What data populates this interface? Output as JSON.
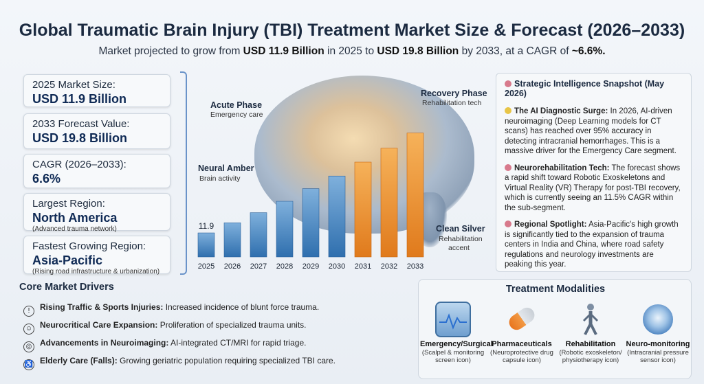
{
  "header": {
    "title": "Global Traumatic Brain Injury (TBI) Treatment Market Size & Forecast (2026–2033)",
    "subtitle_pre": "Market projected to grow from ",
    "subtitle_v1": "USD 11.9 Billion",
    "subtitle_mid1": " in 2025 to ",
    "subtitle_v2": "USD 19.8 Billion",
    "subtitle_mid2": " by 2033, at a CAGR of ",
    "subtitle_v3": "~6.6%."
  },
  "stats": [
    {
      "label": "2025 Market Size:",
      "value": "USD 11.9 Billion",
      "note": ""
    },
    {
      "label": "2033 Forecast Value:",
      "value": "USD 19.8 Billion",
      "note": ""
    },
    {
      "label": "CAGR (2026–2033):",
      "value": "6.6%",
      "note": ""
    },
    {
      "label": "Largest Region:",
      "value": "North America",
      "note": "(Advanced trauma network)"
    },
    {
      "label": "Fastest Growing Region:",
      "value": "Asia-Pacific",
      "note": "(Rising road infrastructure & urbanization)"
    }
  ],
  "phases": {
    "acute": {
      "label": "Acute Phase",
      "sub": "Emergency care"
    },
    "recovery": {
      "label": "Recovery Phase",
      "sub": "Rehabilitation tech"
    },
    "neural": {
      "label": "Neural Amber",
      "sub": "Brain activity"
    },
    "silver": {
      "label": "Clean Silver",
      "sub1": "Rehabilitation",
      "sub2": "accent"
    }
  },
  "colors": {
    "bar_blue_top": "#7fb0dc",
    "bar_blue_bottom": "#2f6fae",
    "bar_orange_top": "#f6b25a",
    "bar_orange_bottom": "#e07a1c"
  },
  "chart_data": {
    "type": "bar",
    "categories": [
      "2025",
      "2026",
      "2027",
      "2028",
      "2029",
      "2030",
      "2031",
      "2032",
      "2033"
    ],
    "values": [
      11.9,
      12.7,
      13.5,
      14.4,
      15.4,
      16.4,
      17.5,
      18.6,
      19.8
    ],
    "data_labels": [
      "11.9",
      "",
      "",
      "",
      "",
      "",
      "",
      "",
      ""
    ],
    "title": "",
    "xlabel": "",
    "ylabel": "",
    "ylim": [
      10,
      20
    ],
    "grid": false,
    "highlight_from": "2031"
  },
  "snapshot": {
    "title": "Strategic Intelligence Snapshot (May 2026)",
    "items": [
      {
        "head": "The AI Diagnostic Surge:",
        "text": " In 2026, AI-driven neuroimaging (Deep Learning models for CT scans) has reached over 95% accuracy in detecting intracranial hemorrhages. This is a massive driver for the Emergency Care segment.",
        "icon": "lightbulb-icon"
      },
      {
        "head": "Neurorehabilitation Tech:",
        "text": " The forecast shows a rapid shift toward Robotic Exoskeletons and Virtual Reality (VR) Therapy for post-TBI recovery, which is currently seeing an 11.5% CAGR within the sub-segment.",
        "icon": "brain-icon"
      },
      {
        "head": "Regional Spotlight:",
        "text": " Asia-Pacific's high growth is significantly tied to the expansion of trauma centers in India and China, where road safety regulations and neurology investments are peaking this year.",
        "icon": "brain-icon"
      }
    ]
  },
  "drivers": {
    "title": "Core Market Drivers",
    "items": [
      {
        "head": "Rising Traffic & Sports Injuries:",
        "text": " Increased incidence of blunt force trauma.",
        "icon": "warning-icon"
      },
      {
        "head": "Neurocritical Care Expansion:",
        "text": " Proliferation of specialized trauma units.",
        "icon": "head-icon"
      },
      {
        "head": "Advancements in Neuroimaging:",
        "text": " AI-integrated CT/MRI for rapid triage.",
        "icon": "scan-icon"
      },
      {
        "head": "Elderly Care (Falls):",
        "text": " Growing geriatric population requiring specialized TBI care.",
        "icon": "elderly-icon"
      }
    ]
  },
  "modalities": {
    "title": "Treatment Modalities",
    "items": [
      {
        "name": "Emergency/Surgical",
        "desc1": "(Scalpel & monitoring",
        "desc2": "screen icon)"
      },
      {
        "name": "Pharmaceuticals",
        "desc1": "(Neuroprotective drug",
        "desc2": "capsule icon)"
      },
      {
        "name": "Rehabilitation",
        "desc1": "(Robotic exoskeleton/",
        "desc2": "physiotherapy icon)"
      },
      {
        "name": "Neuro-monitoring",
        "desc1": "(Intracranial pressure",
        "desc2": "sensor icon)"
      }
    ]
  }
}
